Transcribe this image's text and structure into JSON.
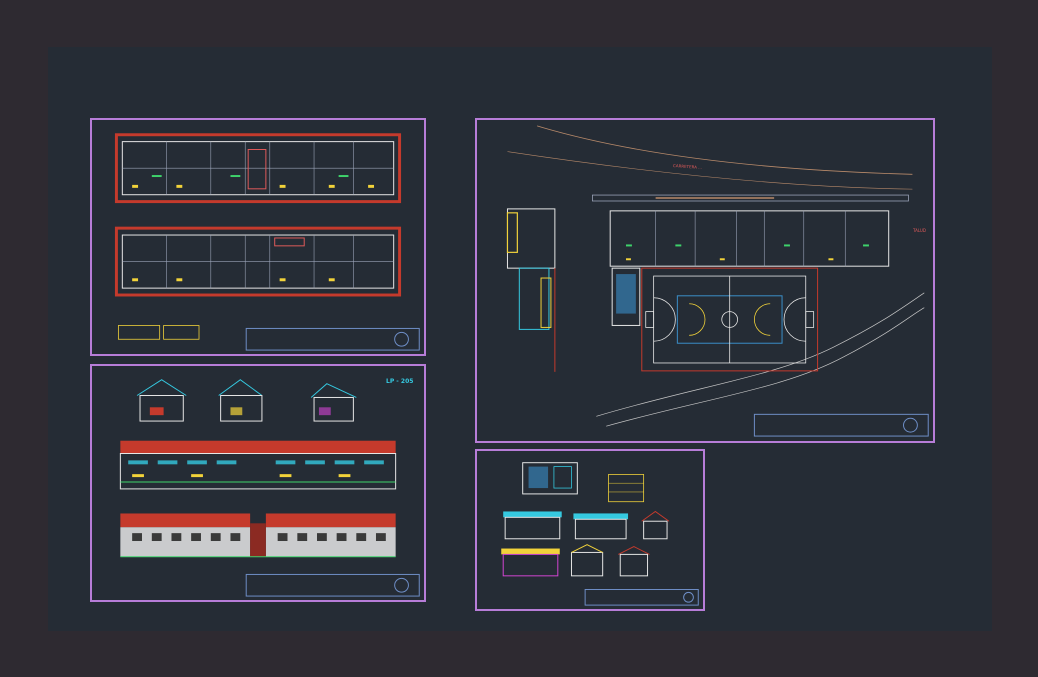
{
  "colors": {
    "background": "#2e2a31",
    "model_space": "#252c35",
    "sheet_border": "#b77dd8",
    "roof_red": "#c53a2c",
    "wall_white": "#e8e8e8",
    "accent_cyan": "#35c9e0",
    "accent_yellow": "#f2d33a",
    "accent_green": "#3ed36b",
    "accent_magenta": "#d545d5",
    "court_blue": "#3b8fc9",
    "contour": "#b88a6a"
  },
  "sheets": [
    {
      "id": "floor-plans"
    },
    {
      "id": "elevations-sections"
    },
    {
      "id": "site-plan"
    },
    {
      "id": "annex-details"
    }
  ],
  "site_plan": {
    "road_label": "CARRETERA ...",
    "side_label": "TALUD"
  },
  "elevation_sheet": {
    "tag": "LP - 205"
  }
}
